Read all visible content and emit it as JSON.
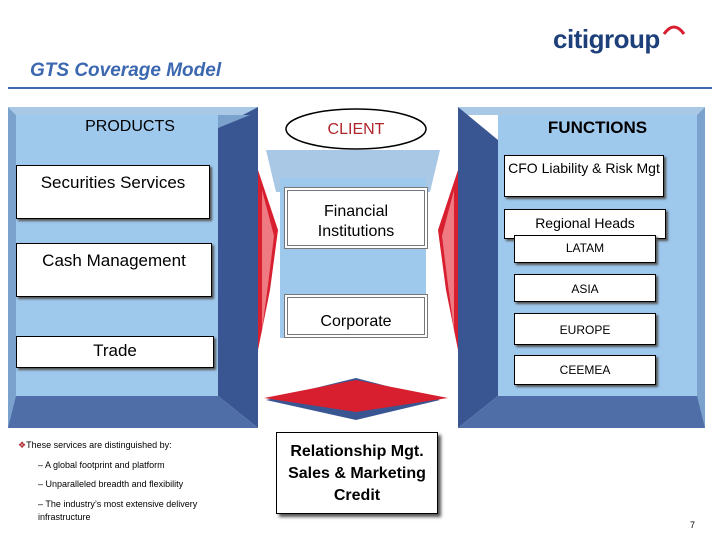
{
  "header": {
    "title": "GTS Coverage Model",
    "logo_text": "citigroup"
  },
  "products": {
    "heading": "PRODUCTS",
    "items": [
      "Securities Services",
      "Cash Management",
      "Trade"
    ]
  },
  "client": {
    "heading": "CLIENT",
    "items": [
      "Financial Institutions",
      "Corporate"
    ]
  },
  "functions": {
    "heading": "FUNCTIONS",
    "cfo": "CFO Liability & Risk Mgt",
    "regional_heads": "Regional Heads",
    "regions": [
      "LATAM",
      "ASIA",
      "EUROPE",
      "CEEMEA"
    ]
  },
  "relationship": "Relationship Mgt. Sales & Marketing Credit",
  "notes": {
    "intro": "These services are distinguished by:",
    "items": [
      "A global footprint and platform",
      "Unparalleled breadth and flexibility",
      "The industry’s most extensive delivery infrastructure"
    ]
  },
  "page_number": "7",
  "colors": {
    "title_blue": "#3c68b0",
    "panel_light": "#b8d6f2",
    "panel_face": "#9ec8ec",
    "panel_side": "#3a5692",
    "arrow_red": "#d81f2f"
  }
}
